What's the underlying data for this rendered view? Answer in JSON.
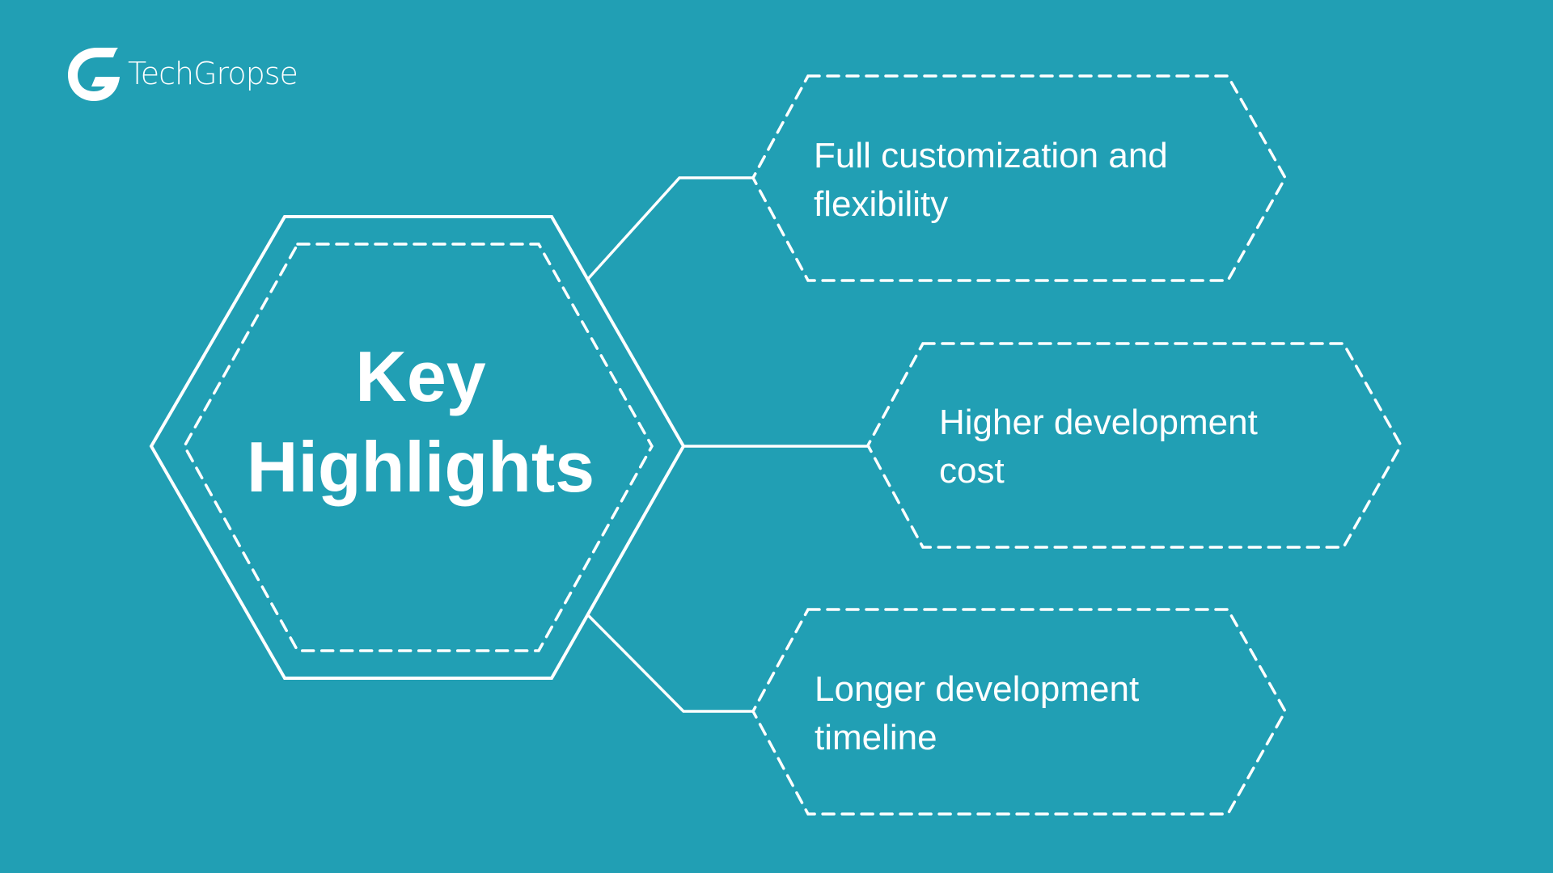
{
  "brand": {
    "name": "TechGropse",
    "logo_icon": "g-logo-icon"
  },
  "center": {
    "title_line1": "Key",
    "title_line2": "Highlights"
  },
  "items": [
    {
      "line1": "Full customization and",
      "line2": "flexibility"
    },
    {
      "line1": "Higher development",
      "line2": "cost"
    },
    {
      "line1": "Longer development",
      "line2": "timeline"
    }
  ],
  "colors": {
    "background": "#219fb4",
    "foreground": "#ffffff"
  }
}
